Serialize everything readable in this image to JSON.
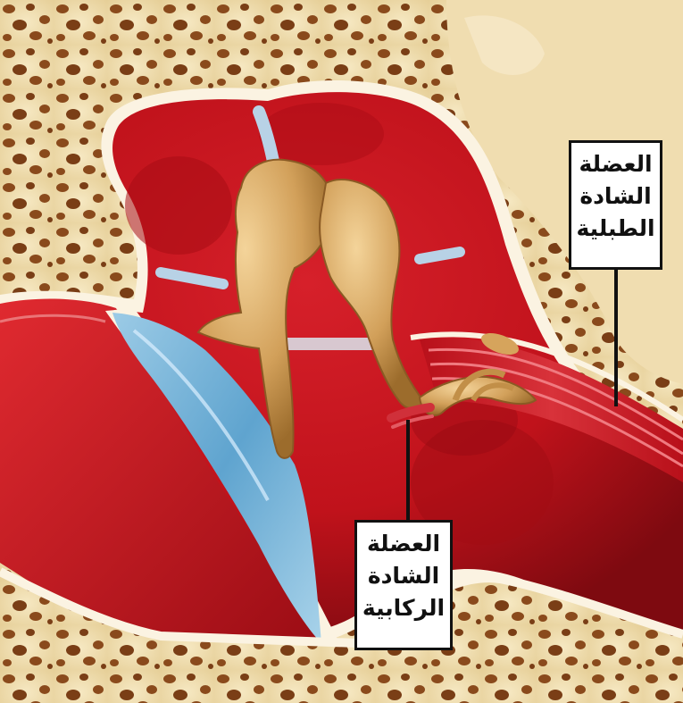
{
  "labels": {
    "tensor_tympani": {
      "line1": "العضلة",
      "line2": "الشادة",
      "line3": "الطبلية"
    },
    "stapedius": {
      "line1": "العضلة",
      "line2": "الشادة",
      "line3": "الركابية"
    }
  },
  "colors": {
    "bone": "#eedcae",
    "bone_pores": "#8a4a1c",
    "cavity_red": "#c8141c",
    "deep_red": "#8e0a10",
    "eardrum_blue": "#6fb1d6",
    "ossicle_gold": "#d4a15a",
    "ligament_blue": "#b8d2e6",
    "muscle_red": "#c81e2a",
    "outline_white": "#fbf3e2"
  }
}
